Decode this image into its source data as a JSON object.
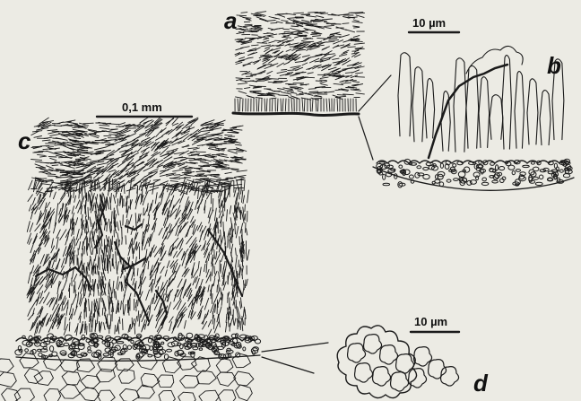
{
  "panels": {
    "a": "a",
    "b": "b",
    "c": "c",
    "d": "d"
  },
  "scale_bars": {
    "b": "10 µm",
    "c": "0,1 mm",
    "d": "10 µm"
  },
  "colors": {
    "paper": "#ecebe4",
    "ink": "#1a1a1a"
  }
}
